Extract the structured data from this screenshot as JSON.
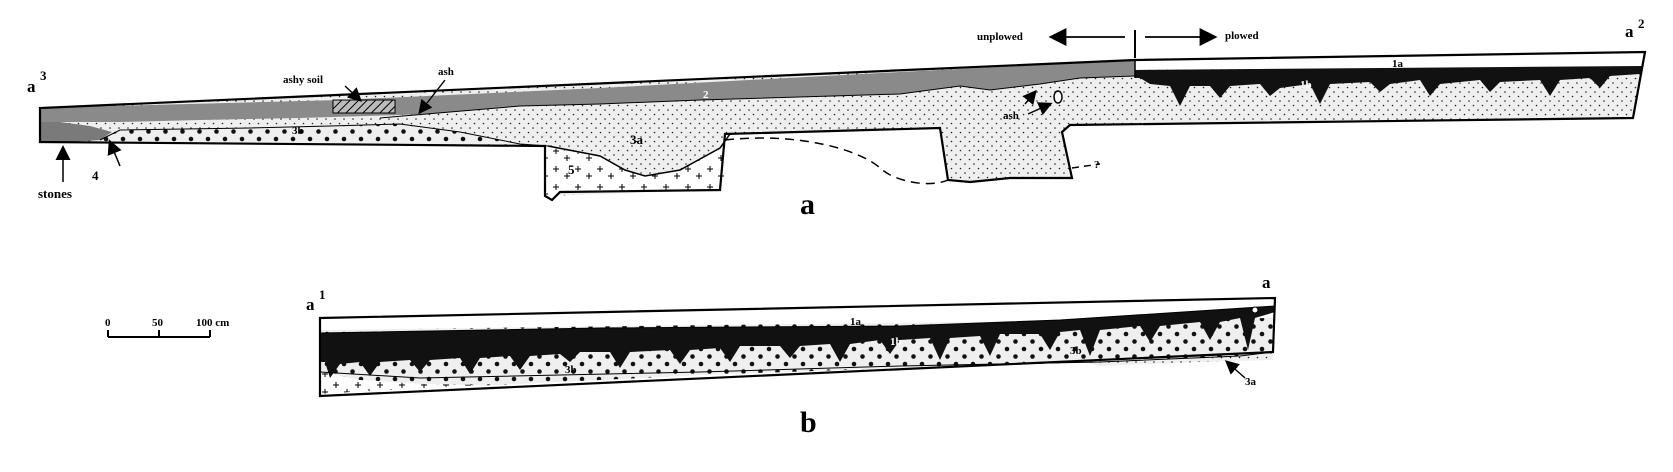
{
  "section_a": {
    "panel_label": "a",
    "end_left": "a",
    "end_left_sup": "3",
    "end_right": "a",
    "end_right_sup": "2",
    "unplowed": "unplowed",
    "plowed": "plowed",
    "ashy_soil": "ashy soil",
    "ash_top": "ash",
    "ash_right": "ash",
    "stones": "stones",
    "q": "?",
    "layers": {
      "l1a": "1a",
      "l1b": "1b",
      "l2": "2",
      "l3a": "3a",
      "l3b": "3b",
      "l4": "4",
      "l5": "5"
    }
  },
  "section_b": {
    "panel_label": "b",
    "end_left": "a",
    "end_left_sup": "1",
    "end_right": "a",
    "layers": {
      "l1a": "1a",
      "l1b": "1b",
      "l3b_left": "3b",
      "l3b_right": "3b",
      "l3a": "3a"
    }
  },
  "scale_bar": {
    "ticks": [
      "0",
      "50",
      "100 cm"
    ]
  },
  "colors": {
    "layer2": "#8a8a8a",
    "layer1b": "#111111",
    "fill_light": "#ededed",
    "ink": "#000000"
  }
}
